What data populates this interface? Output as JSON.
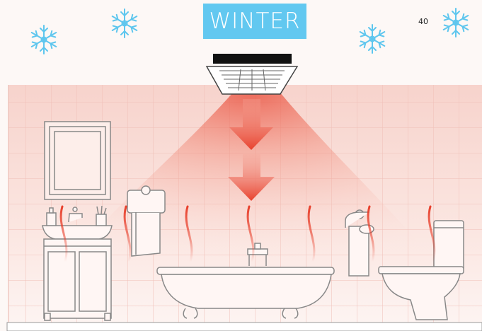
{
  "season_label": "WINTER",
  "page_number": "40",
  "colors": {
    "banner": "#62c8f0",
    "snowflake": "#5ec6ee",
    "wall": "#f8dcd6",
    "tile_grid": "#f0bfb7",
    "heat": "#e8402c",
    "line_art": "#888888"
  },
  "icons": [
    "snowflake-icon",
    "ceiling-heater-icon",
    "heat-arrow-icon",
    "heat-wave-icon"
  ],
  "scene_items": [
    "mirror",
    "sink-cabinet",
    "towel-ring",
    "bathtub",
    "toilet-paper-holder",
    "toilet"
  ]
}
